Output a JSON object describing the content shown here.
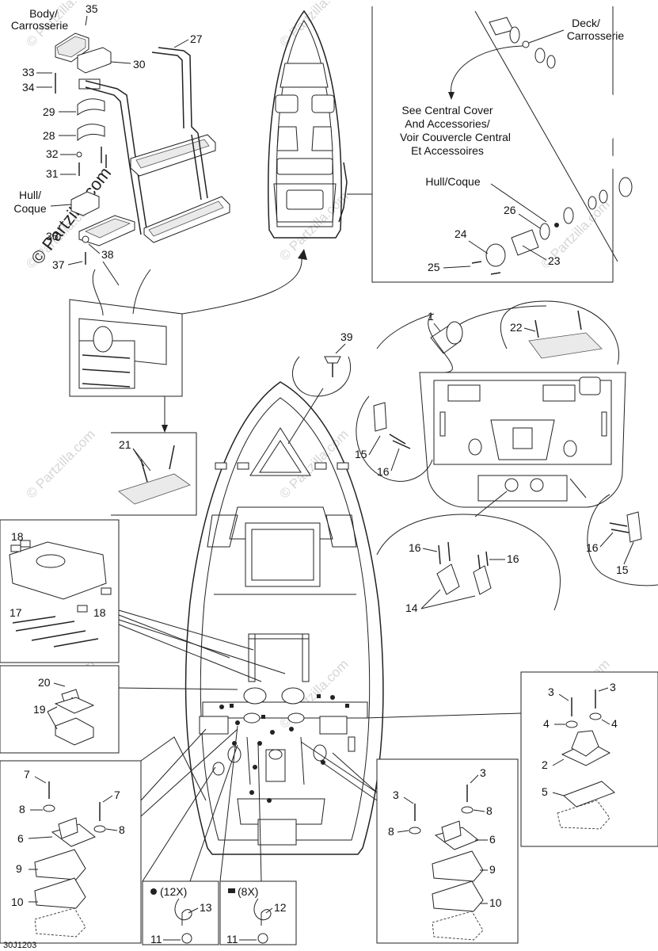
{
  "watermark": {
    "text": "© Partzilla.com",
    "main_text": "© Partzilla.com"
  },
  "figure_code": "30J1203",
  "callouts": {
    "body": [
      "Body/",
      "Carrosserie"
    ],
    "hull": [
      "Hull/",
      "Coque"
    ],
    "deck": [
      "Deck/",
      "Carrosserie"
    ],
    "hull_right": "Hull/Coque",
    "see_central": [
      "See Central Cover",
      "And Accessories/",
      "Voir Couvercle Central",
      "Et Accessoires"
    ],
    "qty_12x": "(12X)",
    "qty_8x": "(8X)"
  },
  "part_numbers": {
    "p1": "1",
    "p2": "2",
    "p3a": "3",
    "p3b": "3",
    "p3c": "3",
    "p3d": "3",
    "p4a": "4",
    "p4b": "4",
    "p5": "5",
    "p6a": "6",
    "p6b": "6",
    "p7a": "7",
    "p7b": "7",
    "p8a": "8",
    "p8b": "8",
    "p8c": "8",
    "p8d": "8",
    "p9a": "9",
    "p9b": "9",
    "p10a": "10",
    "p10b": "10",
    "p11a": "11",
    "p11b": "11",
    "p12": "12",
    "p13": "13",
    "p14": "14",
    "p15a": "15",
    "p15b": "15",
    "p16a": "16",
    "p16b": "16",
    "p16c": "16",
    "p16d": "16",
    "p17": "17",
    "p18a": "18",
    "p18b": "18",
    "p19": "19",
    "p20": "20",
    "p21": "21",
    "p22": "22",
    "p23": "23",
    "p24": "24",
    "p25": "25",
    "p26": "26",
    "p27": "27",
    "p28": "28",
    "p29": "29",
    "p30": "30",
    "p31": "31",
    "p32": "32",
    "p33": "33",
    "p34": "34",
    "p35": "35",
    "p36": "36",
    "p37": "37",
    "p38": "38",
    "p39": "39"
  }
}
